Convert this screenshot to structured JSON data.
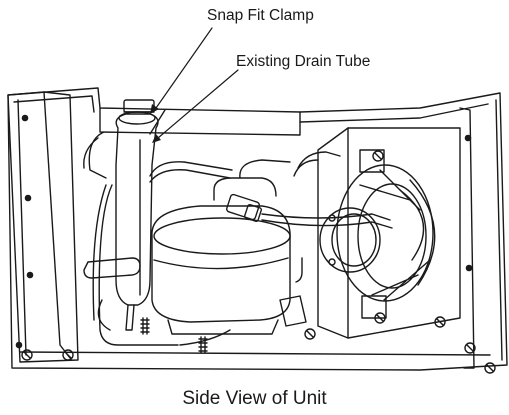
{
  "callouts": {
    "clamp": "Snap Fit Clamp",
    "drain": "Existing Drain Tube"
  },
  "caption": "Side View of Unit"
}
